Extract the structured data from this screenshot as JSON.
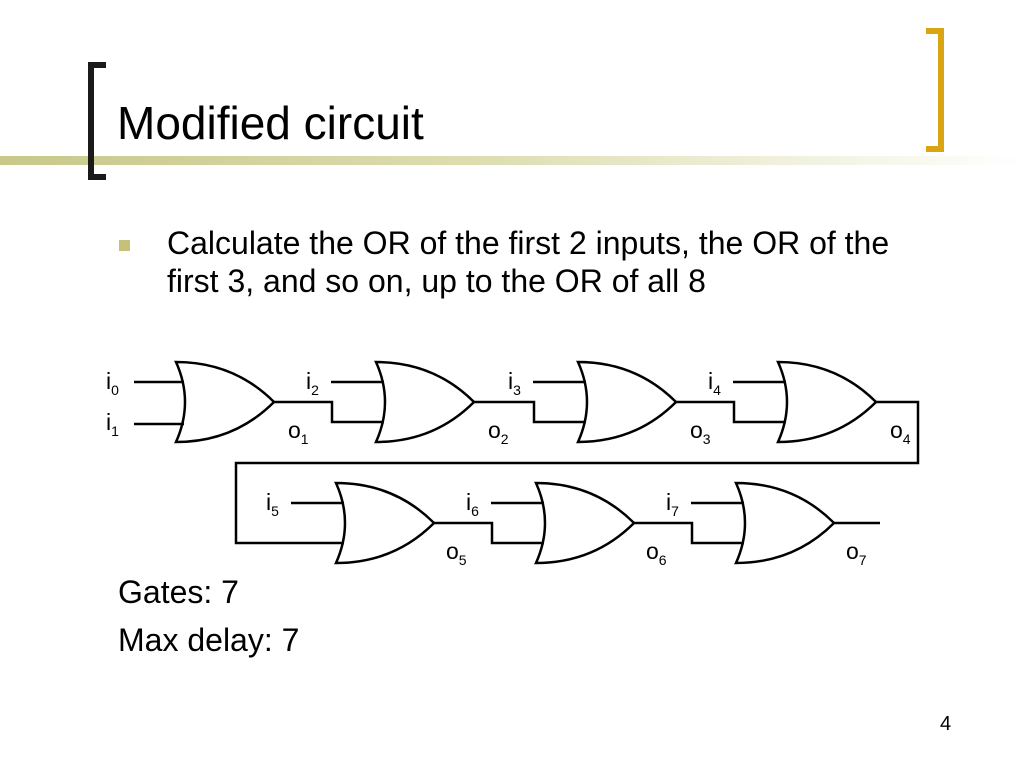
{
  "slide": {
    "title": "Modified circuit",
    "bullet": "Calculate the OR of the first 2 inputs, the OR of the first 3, and so on, up to the OR of all 8",
    "gates_line": "Gates: 7",
    "delay_line": "Max delay: 7",
    "page_number": "4"
  },
  "diagram": {
    "gates": [
      "OR",
      "OR",
      "OR",
      "OR",
      "OR",
      "OR",
      "OR"
    ],
    "inputs": [
      {
        "letter": "i",
        "index": "0"
      },
      {
        "letter": "i",
        "index": "1"
      },
      {
        "letter": "i",
        "index": "2"
      },
      {
        "letter": "i",
        "index": "3"
      },
      {
        "letter": "i",
        "index": "4"
      },
      {
        "letter": "i",
        "index": "5"
      },
      {
        "letter": "i",
        "index": "6"
      },
      {
        "letter": "i",
        "index": "7"
      }
    ],
    "outputs": [
      {
        "letter": "o",
        "index": "1"
      },
      {
        "letter": "o",
        "index": "2"
      },
      {
        "letter": "o",
        "index": "3"
      },
      {
        "letter": "o",
        "index": "4"
      },
      {
        "letter": "o",
        "index": "5"
      },
      {
        "letter": "o",
        "index": "6"
      },
      {
        "letter": "o",
        "index": "7"
      }
    ]
  },
  "colors": {
    "bracket_left": "#1a1a1a",
    "bracket_right": "#d9a514",
    "bullet": "#c6c07a",
    "accent_line": "#d4d4a0"
  }
}
